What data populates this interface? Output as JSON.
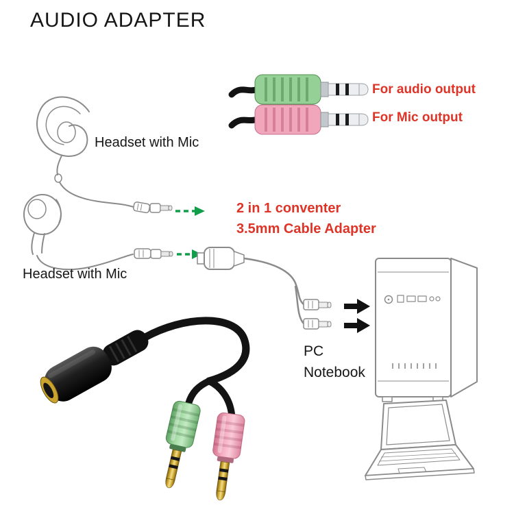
{
  "title": "AUDIO ADAPTER",
  "annotations": {
    "audio_output": "For audio output",
    "mic_output": "For Mic output",
    "headset_top": "Headset with Mic",
    "headset_left": "Headset with Mic",
    "converter_line1": "2 in 1 conventer",
    "converter_line2": "3.5mm Cable Adapter",
    "pc_line1": "PC",
    "pc_line2": "Notebook"
  },
  "colors": {
    "background": "#ffffff",
    "red_text": "#de3428",
    "label_text": "#161616",
    "green_plug": "#95d096",
    "pink_plug": "#f2a6bc",
    "arrow_green": "#119e4b",
    "gold": "#c9a42f",
    "cable_black": "#131313",
    "line_art": "#8a8a8a"
  },
  "icons": {
    "earhook_headset": "wireframe over-ear headset with boom mic",
    "earbud_headset": "wireframe earbud with inline mic",
    "green_audio_plug": "3.5mm plug with green grip (audio)",
    "pink_mic_plug": "3.5mm plug with pink grip (mic)",
    "green_dashed_arrow": "green dashed right arrow",
    "black_arrow": "solid black right arrow",
    "adapter_line": "wireframe 2-in-1 splitter adapter",
    "pc_tower": "wireframe desktop tower",
    "laptop": "wireframe notebook computer",
    "adapter_photo": "black Y-splitter cable, gold female jack, green and pink plugs"
  }
}
